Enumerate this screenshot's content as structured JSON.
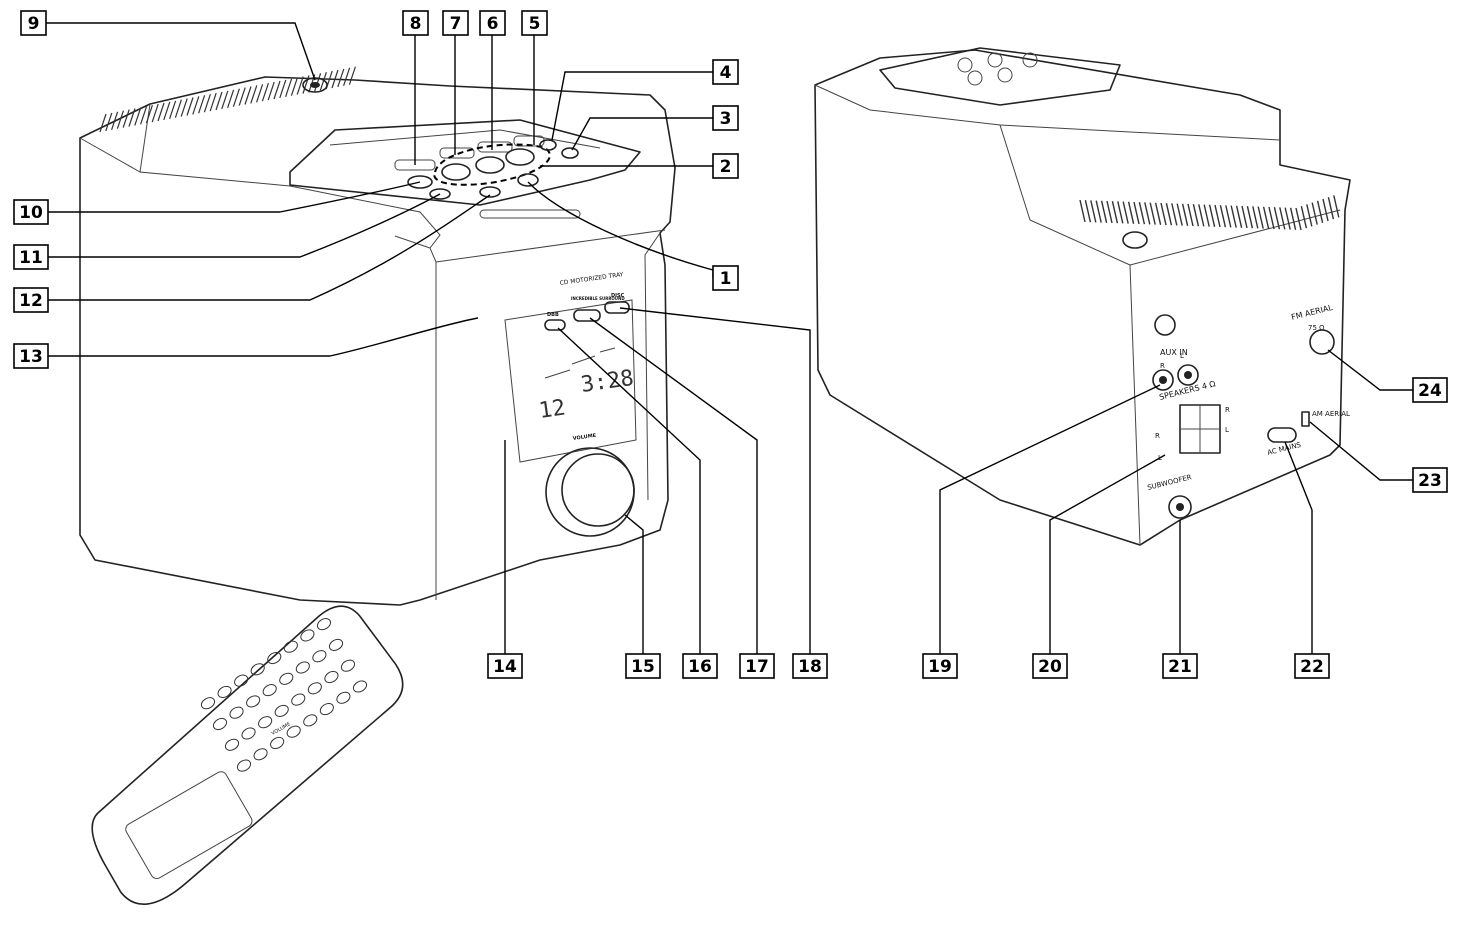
{
  "callouts": [
    {
      "id": "1",
      "label": "1"
    },
    {
      "id": "2",
      "label": "2"
    },
    {
      "id": "3",
      "label": "3"
    },
    {
      "id": "4",
      "label": "4"
    },
    {
      "id": "5",
      "label": "5"
    },
    {
      "id": "6",
      "label": "6"
    },
    {
      "id": "7",
      "label": "7"
    },
    {
      "id": "8",
      "label": "8"
    },
    {
      "id": "9",
      "label": "9"
    },
    {
      "id": "10",
      "label": "10"
    },
    {
      "id": "11",
      "label": "11"
    },
    {
      "id": "12",
      "label": "12"
    },
    {
      "id": "13",
      "label": "13"
    },
    {
      "id": "14",
      "label": "14"
    },
    {
      "id": "15",
      "label": "15"
    },
    {
      "id": "16",
      "label": "16"
    },
    {
      "id": "17",
      "label": "17"
    },
    {
      "id": "18",
      "label": "18"
    },
    {
      "id": "19",
      "label": "19"
    },
    {
      "id": "20",
      "label": "20"
    },
    {
      "id": "21",
      "label": "21"
    },
    {
      "id": "22",
      "label": "22"
    },
    {
      "id": "23",
      "label": "23"
    },
    {
      "id": "24",
      "label": "24"
    }
  ],
  "front_unit": {
    "tray_label": "CD MOTORIZED TRAY",
    "dbb_label": "DBB",
    "surround_label": "INCREDIBLE SURROUND",
    "disc_label": "DISC",
    "volume_label": "VOLUME",
    "display_track": "12",
    "display_time": "3:28"
  },
  "rear_unit": {
    "fm_aerial_label": "FM AERIAL",
    "fm_impedance": "75 Ω",
    "aux_in_label": "AUX IN",
    "aux_r": "R",
    "aux_l": "L",
    "speakers_label": "SPEAKERS 4 Ω",
    "spk_r_left": "R",
    "spk_l_left": "L",
    "spk_r_right": "R",
    "spk_l_right": "L",
    "ac_mains_label": "AC MAINS",
    "am_aerial_label": "AM AERIAL",
    "subwoofer_label": "SUBWOOFER"
  },
  "remote": {
    "volume_label": "VOLUME"
  }
}
